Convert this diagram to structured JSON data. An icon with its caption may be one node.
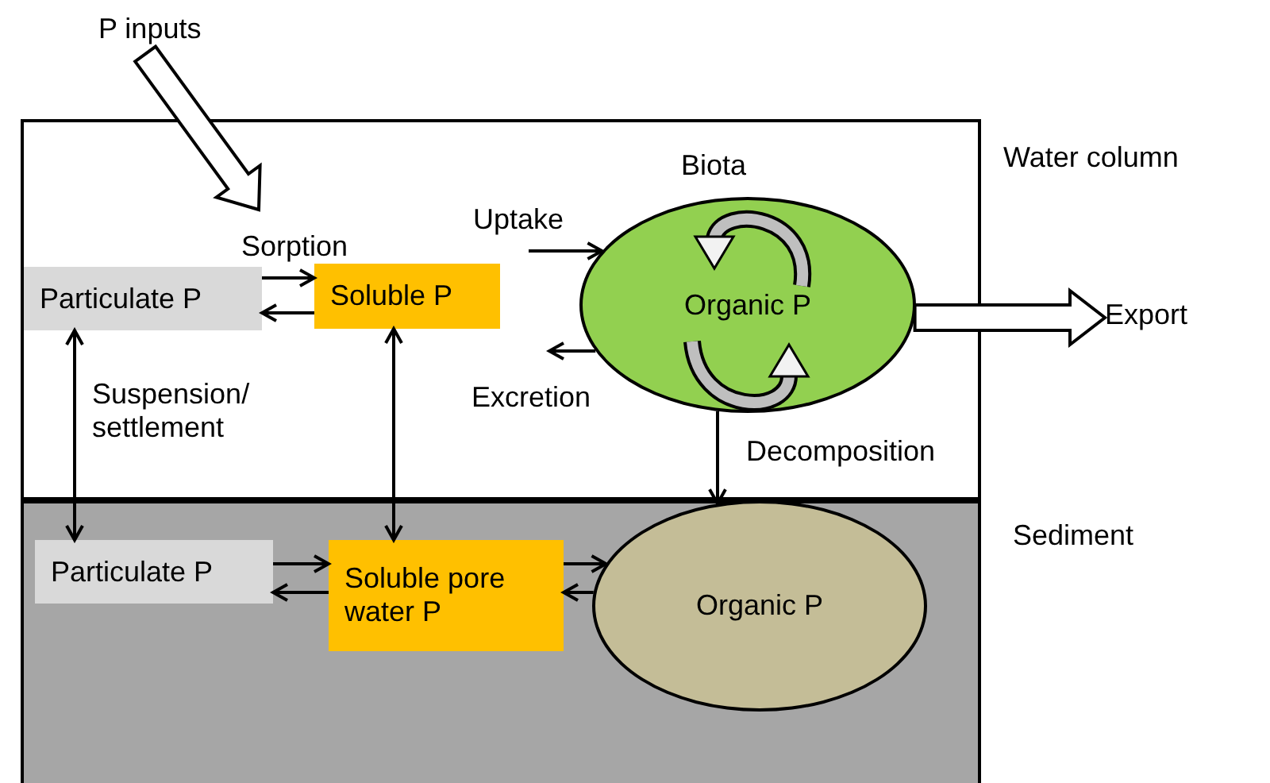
{
  "diagram": {
    "nodes": [
      {
        "text": [
          "Water column"
        ]
      },
      {
        "text": [
          "Particulate P"
        ],
        "in": 0
      },
      {
        "text": [
          "Soluble P"
        ],
        "in": 0
      },
      {
        "text": [
          "Biota",
          "Organic P"
        ],
        "in": 0
      },
      {
        "text": [
          "Sediment"
        ]
      },
      {
        "text": [
          "Particulate P"
        ],
        "in": 4
      },
      {
        "text": [
          "Soluble pore water P"
        ],
        "in": 4
      },
      {
        "text": [
          "Organic P"
        ],
        "in": 4
      },
      {
        "text": [
          "P inputs"
        ]
      },
      {
        "text": [
          "Export"
        ]
      }
    ],
    "edges": [
      {
        "from": 8,
        "to": null,
        "arrow": "to",
        "style": "thick"
      },
      {
        "from": 1,
        "to": 2,
        "arrow": "to",
        "label": "Sorption"
      },
      {
        "from": 2,
        "to": 1,
        "arrow": "to"
      },
      {
        "from": null,
        "to": 3,
        "arrow": "to",
        "label": "Uptake"
      },
      {
        "from": 3,
        "to": null,
        "arrow": "to",
        "label": "Excretion"
      },
      {
        "from": 3,
        "to": 9,
        "arrow": "to",
        "style": "thick"
      },
      {
        "from": 1,
        "to": 5,
        "arrow": "both",
        "label": "Suspension/ settlement"
      },
      {
        "from": 2,
        "to": 6,
        "arrow": "both"
      },
      {
        "from": 3,
        "to": 7,
        "arrow": "to",
        "label": "Decomposition"
      },
      {
        "from": 5,
        "to": 6,
        "arrow": "to"
      },
      {
        "from": 6,
        "to": 5,
        "arrow": "to"
      },
      {
        "from": 6,
        "to": 7,
        "arrow": "to"
      },
      {
        "from": 7,
        "to": 6,
        "arrow": "to"
      }
    ]
  }
}
